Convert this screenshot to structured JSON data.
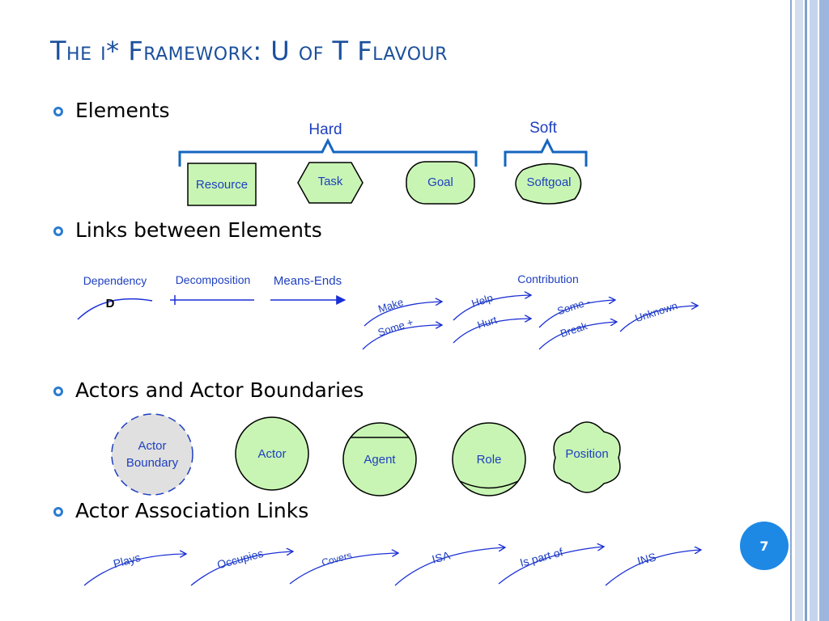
{
  "title": "The i* Framework: U of T Flavour",
  "page_number": "7",
  "colors": {
    "title": "#1a4f9c",
    "bullet": "#2b7bd0",
    "element_fill": "#c8f5b4",
    "label_blue": "#1e3fbf",
    "brace_blue": "#1565c0",
    "arrow_blue": "#1a2fd6",
    "page_circle": "#1e88e5",
    "boundary_fill": "#e0e0e0"
  },
  "sections": [
    {
      "label": "Elements",
      "hard_label": "Hard",
      "soft_label": "Soft",
      "elements": [
        {
          "label": "Resource",
          "shape": "rectangle"
        },
        {
          "label": "Task",
          "shape": "hexagon"
        },
        {
          "label": "Goal",
          "shape": "rounded-rectangle"
        },
        {
          "label": "Softgoal",
          "shape": "cloud"
        }
      ]
    },
    {
      "label": "Links between Elements",
      "dependency_label": "Dependency",
      "dependency_marker": "D",
      "decomposition_label": "Decomposition",
      "means_ends_label": "Means-Ends",
      "contribution_label": "Contribution",
      "contributions": [
        "Make",
        "Some +",
        "Help",
        "Hurt",
        "Some -",
        "Break",
        "Unknown"
      ]
    },
    {
      "label": "Actors and Actor Boundaries",
      "actors": [
        "Actor Boundary",
        "Actor",
        "Agent",
        "Role",
        "Position"
      ]
    },
    {
      "label": "Actor Association Links",
      "links": [
        "Plays",
        "Occupies",
        "Covers",
        "ISA",
        "Is part of",
        "INS"
      ]
    }
  ]
}
